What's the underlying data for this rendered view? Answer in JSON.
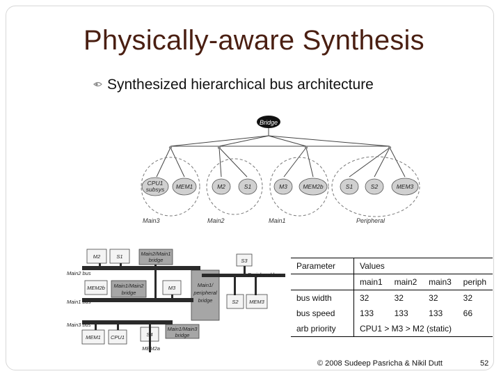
{
  "title": "Physically-aware Synthesis",
  "bullet": {
    "icon": "curved-arrow-bullet-icon",
    "text": "Synthesized hierarchical bus architecture"
  },
  "tree": {
    "root": "Bridge",
    "nodes": [
      "CPU1 subsys",
      "MEM1",
      "M2",
      "S1",
      "M3",
      "MEM2b",
      "S1",
      "S2",
      "MEM3"
    ],
    "node_cpu1_line1": "CPU1",
    "node_cpu1_line2": "subsys",
    "groups": [
      "Main3",
      "Main2",
      "Main1",
      "Peripheral"
    ]
  },
  "floorplan": {
    "blocks": {
      "m2": "M2",
      "s1": "S1",
      "main2_main1_bridge_l1": "Main2/Main1",
      "main2_main1_bridge_l2": "bridge",
      "s3": "S3",
      "mem2b": "MEM2b",
      "main1_main2_bridge_l1": "Main1/Main2",
      "main1_main2_bridge_l2": "bridge",
      "m3": "M3",
      "main_peripheral_bridge_l1": "Main1/",
      "main_peripheral_bridge_l2": "peripheral",
      "main_peripheral_bridge_l3": "bridge",
      "s2": "S2",
      "mem3": "MEM3",
      "mem1": "MEM1",
      "cpu1": "CPU1",
      "s4": "S4",
      "main1_main3_bridge_l1": "Main1/Main3",
      "main1_main3_bridge_l2": "bridge",
      "mem2a": "MEM2a"
    },
    "buses": {
      "main2": "Main2 bus",
      "main1": "Main1 bus",
      "main3": "Main3 bus",
      "peripheral": "Peripheral bus"
    }
  },
  "table": {
    "header": {
      "parameter": "Parameter",
      "values": "Values"
    },
    "columns": [
      "main1",
      "main2",
      "main3",
      "periph"
    ],
    "rows": [
      {
        "param": "bus width",
        "values": [
          "32",
          "32",
          "32",
          "32"
        ]
      },
      {
        "param": "bus speed",
        "values": [
          "133",
          "133",
          "133",
          "66"
        ]
      }
    ],
    "arb": {
      "param": "arb priority",
      "value": "CPU1 > M3 > M2 (static)"
    }
  },
  "footer": "© 2008 Sudeep Pasricha & Nikil Dutt",
  "page_number": "52"
}
